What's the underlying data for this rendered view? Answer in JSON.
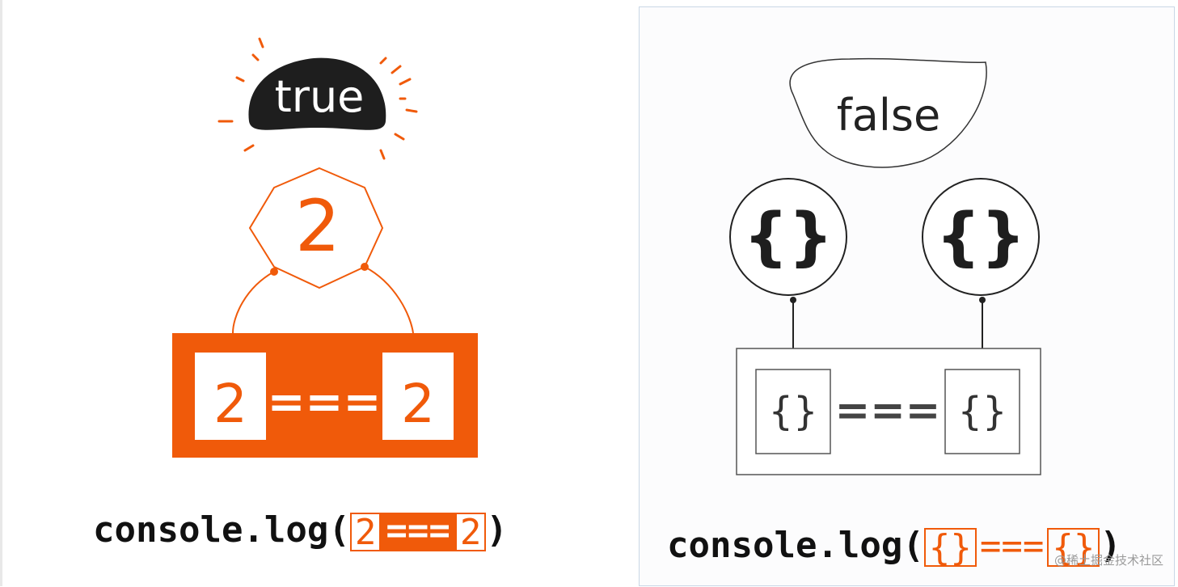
{
  "colors": {
    "orange": "#f05a0a",
    "dark": "#1e1e1e",
    "line": "#333333"
  },
  "left": {
    "result_label": "true",
    "value_shape": "2",
    "expr_left": "2",
    "expr_op": "===",
    "expr_right": "2",
    "code": {
      "prefix": "console.log(",
      "arg_left": "2",
      "arg_op": "===",
      "arg_right": "2",
      "suffix": ")"
    }
  },
  "right": {
    "result_label": "false",
    "object_left": "{}",
    "object_right": "{}",
    "expr_left": "{}",
    "expr_op": "===",
    "expr_right": "{}",
    "code": {
      "prefix": "console.log(",
      "arg_left": "{}",
      "arg_op": "===",
      "arg_right": "{}",
      "suffix": ")"
    }
  },
  "watermark": "@稀土掘金技术社区"
}
